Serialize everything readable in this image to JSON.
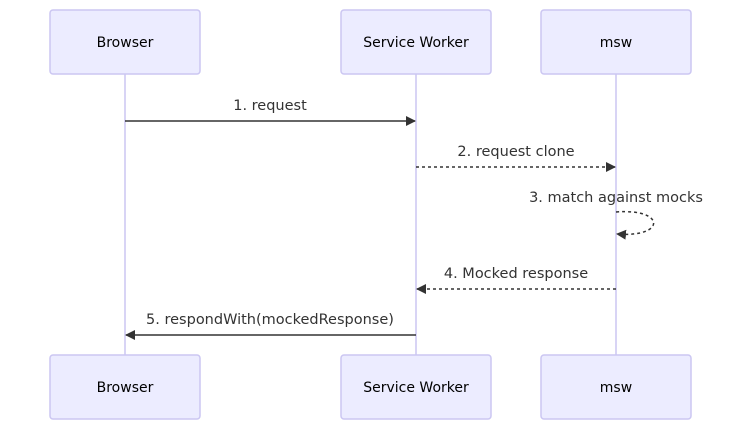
{
  "colors": {
    "actor_fill": "#ececff",
    "actor_border": "#cbc6f2",
    "lifeline": "#cbc6f2",
    "arrow": "#333333",
    "text": "#333333"
  },
  "actors": [
    {
      "id": "browser",
      "label": "Browser"
    },
    {
      "id": "service_worker",
      "label": "Service Worker"
    },
    {
      "id": "msw",
      "label": "msw"
    }
  ],
  "messages": [
    {
      "label": "1. request",
      "from": "browser",
      "to": "service_worker",
      "style": "solid"
    },
    {
      "label": "2. request clone",
      "from": "service_worker",
      "to": "msw",
      "style": "dotted"
    },
    {
      "label": "3. match against mocks",
      "from": "msw",
      "to": "msw",
      "style": "dotted"
    },
    {
      "label": "4. Mocked response",
      "from": "msw",
      "to": "service_worker",
      "style": "dotted"
    },
    {
      "label": "5. respondWith(mockedResponse)",
      "from": "service_worker",
      "to": "browser",
      "style": "solid"
    }
  ]
}
